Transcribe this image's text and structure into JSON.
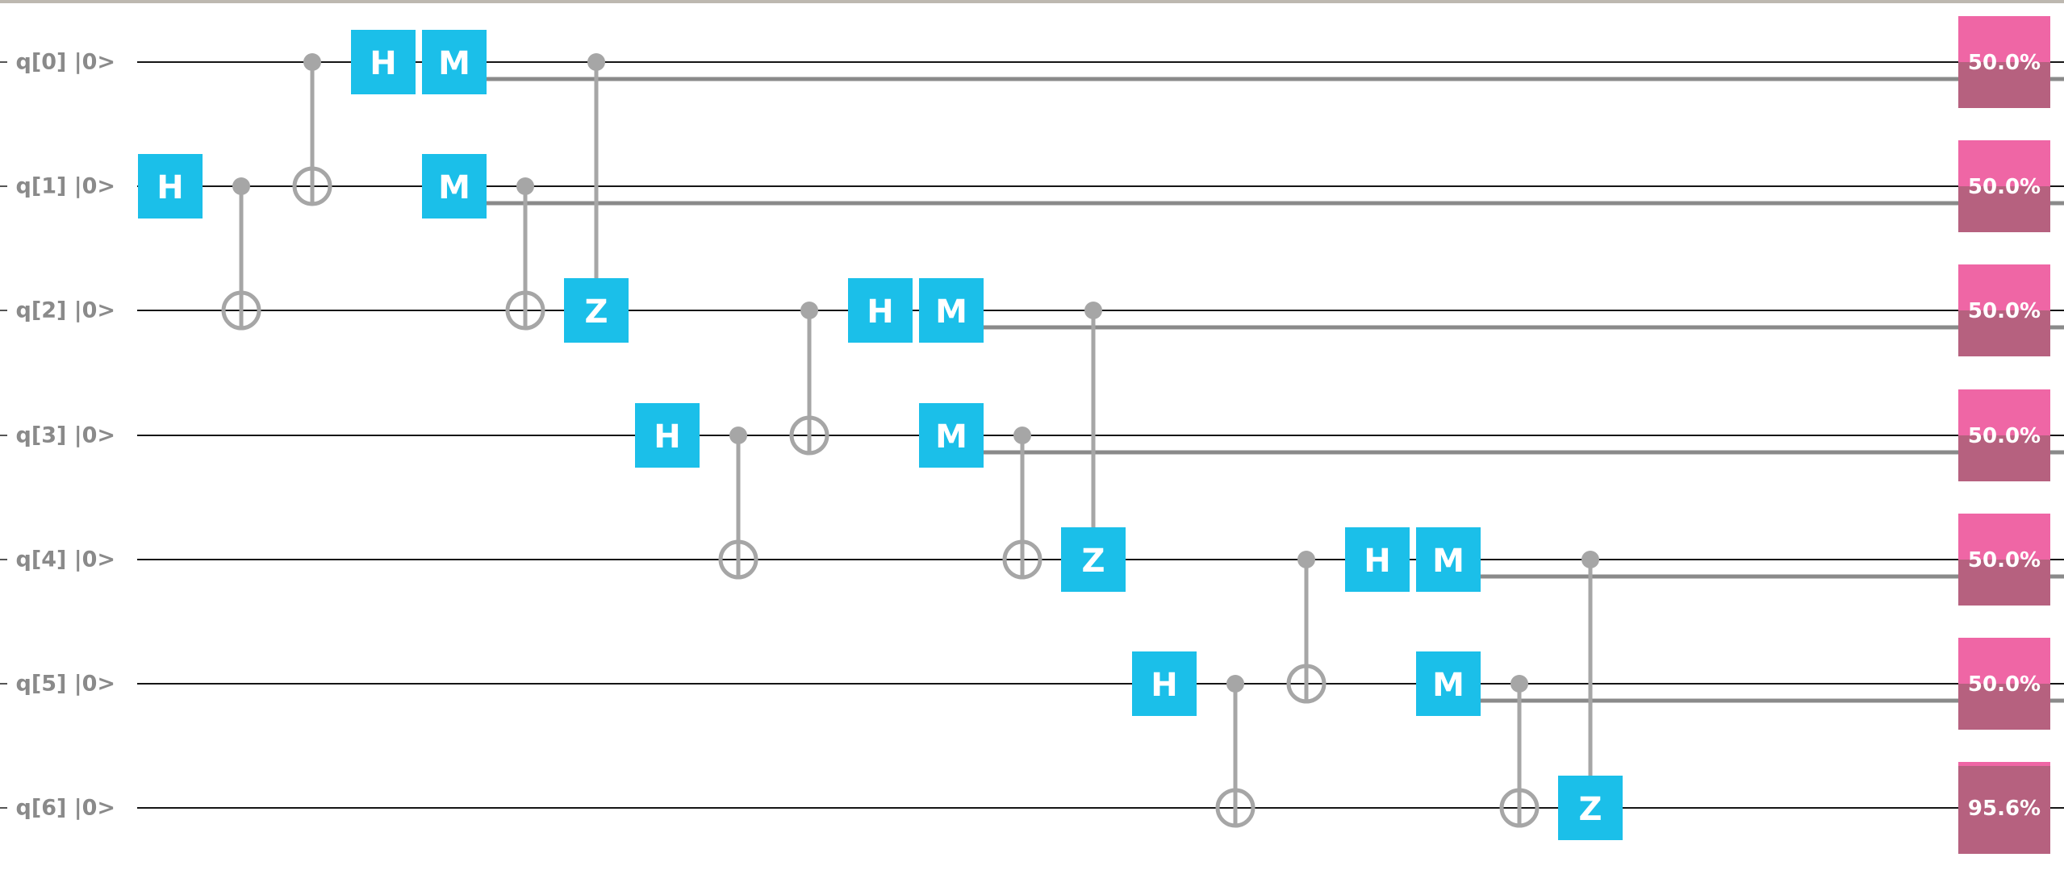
{
  "palette": {
    "background": "#FFFFFF",
    "top_bar": "#BDB8B0",
    "gate_fill": "#1BBFE9",
    "gate_text": "#FFFFFF",
    "wire": "#151515",
    "classical_wire": "#8A8A8A",
    "control": "#A6A6A6",
    "qubit_label": "#8A8A8A",
    "prob_light": "#EF66A5",
    "prob_dark": "#B6617F",
    "prob_text": "#FFFFFF"
  },
  "circuit": {
    "qubits": [
      {
        "label": "q[0] |0>",
        "prob_text": "50.0%",
        "prob_value": 50.0
      },
      {
        "label": "q[1] |0>",
        "prob_text": "50.0%",
        "prob_value": 50.0
      },
      {
        "label": "q[2] |0>",
        "prob_text": "50.0%",
        "prob_value": 50.0
      },
      {
        "label": "q[3] |0>",
        "prob_text": "50.0%",
        "prob_value": 50.0
      },
      {
        "label": "q[4] |0>",
        "prob_text": "50.0%",
        "prob_value": 50.0
      },
      {
        "label": "q[5] |0>",
        "prob_text": "50.0%",
        "prob_value": 50.0
      },
      {
        "label": "q[6] |0>",
        "prob_text": "95.6%",
        "prob_value": 95.6
      }
    ],
    "ops": [
      {
        "kind": "box",
        "label": "H",
        "qubit": 1,
        "col": 0
      },
      {
        "kind": "cnot",
        "control": 1,
        "target": 2,
        "col": 1
      },
      {
        "kind": "cnot",
        "control": 0,
        "target": 1,
        "col": 2
      },
      {
        "kind": "box",
        "label": "H",
        "qubit": 0,
        "col": 3
      },
      {
        "kind": "box",
        "label": "M",
        "qubit": 0,
        "col": 4
      },
      {
        "kind": "box",
        "label": "M",
        "qubit": 1,
        "col": 4
      },
      {
        "kind": "cnot",
        "control": 1,
        "target": 2,
        "col": 5,
        "classical": true
      },
      {
        "kind": "cbox",
        "label": "Z",
        "control": 0,
        "target": 2,
        "col": 6,
        "classical": true
      },
      {
        "kind": "box",
        "label": "H",
        "qubit": 3,
        "col": 7
      },
      {
        "kind": "cnot",
        "control": 3,
        "target": 4,
        "col": 8
      },
      {
        "kind": "cnot",
        "control": 2,
        "target": 3,
        "col": 9
      },
      {
        "kind": "box",
        "label": "H",
        "qubit": 2,
        "col": 10
      },
      {
        "kind": "box",
        "label": "M",
        "qubit": 2,
        "col": 11
      },
      {
        "kind": "box",
        "label": "M",
        "qubit": 3,
        "col": 11
      },
      {
        "kind": "cnot",
        "control": 3,
        "target": 4,
        "col": 12,
        "classical": true
      },
      {
        "kind": "cbox",
        "label": "Z",
        "control": 2,
        "target": 4,
        "col": 13,
        "classical": true
      },
      {
        "kind": "box",
        "label": "H",
        "qubit": 5,
        "col": 14
      },
      {
        "kind": "cnot",
        "control": 5,
        "target": 6,
        "col": 15
      },
      {
        "kind": "cnot",
        "control": 4,
        "target": 5,
        "col": 16
      },
      {
        "kind": "box",
        "label": "H",
        "qubit": 4,
        "col": 17
      },
      {
        "kind": "box",
        "label": "M",
        "qubit": 4,
        "col": 18
      },
      {
        "kind": "box",
        "label": "M",
        "qubit": 5,
        "col": 18
      },
      {
        "kind": "cnot",
        "control": 5,
        "target": 6,
        "col": 19,
        "classical": true
      },
      {
        "kind": "cbox",
        "label": "Z",
        "control": 4,
        "target": 6,
        "col": 20,
        "classical": true
      }
    ]
  }
}
